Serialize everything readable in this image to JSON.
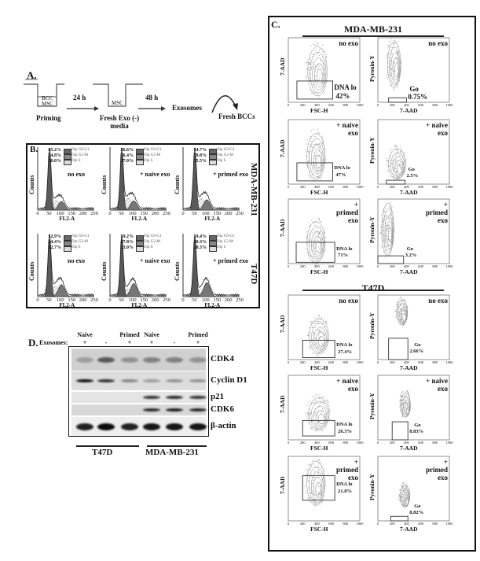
{
  "panel_a": {
    "label": "A.",
    "well1_top": "BCC",
    "well1_bottom": "MSC",
    "step1": "Priming",
    "arrow1": "24 h",
    "well2": "MSC",
    "step2": "Fresh Exo (-) media",
    "arrow2": "48 h",
    "step3": "Exosomes",
    "step4": "Fresh BCCs"
  },
  "panel_b": {
    "label": "B.",
    "xlabel": "FL2-A",
    "ylabel": "Counts",
    "xticks": [
      "0",
      "50",
      "100",
      "150",
      "200",
      "250"
    ],
    "legend": [
      "Dip G0-G1",
      "Dip G2-M",
      "Dip S"
    ],
    "rows": [
      {
        "cell_line": "MDA-MB-231",
        "plots": [
          {
            "condition": "no exo",
            "pct": [
              "65.2%",
              "4.8%",
              "30.0%"
            ]
          },
          {
            "condition": "+ naive exo",
            "pct": [
              "56.6%",
              "6.4%",
              "37.0%"
            ]
          },
          {
            "condition": "+ primed exo",
            "pct": [
              "54.7%",
              "9.8%",
              "35.5%"
            ]
          }
        ]
      },
      {
        "cell_line": "T47D",
        "plots": [
          {
            "condition": "no exo",
            "pct": [
              "52.9%",
              "14.4%",
              "32.7%"
            ]
          },
          {
            "condition": "+ naive exo",
            "pct": [
              "59.2%",
              "17.8%",
              "23.0%"
            ]
          },
          {
            "condition": "+ primed exo",
            "pct": [
              "59.4%",
              "20.3%",
              "20.3%"
            ]
          }
        ]
      }
    ]
  },
  "panel_c": {
    "label": "C.",
    "ticks": [
      "0",
      "200",
      "400",
      "600",
      "800",
      "1000"
    ],
    "left_xlabel": "FSC-H",
    "left_ylabel": "7-AAD",
    "right_xlabel": "7-AAD",
    "right_ylabel": "Pyronin-Y",
    "gate_left": "DNA lo",
    "gate_right": "Go",
    "groups": [
      {
        "cell_line": "MDA-MB-231",
        "rows": [
          {
            "condition": "no exo",
            "dna_lo": "42%",
            "go": "0.75%"
          },
          {
            "condition": "+ naive exo",
            "dna_lo": "47%",
            "go": "2.5%"
          },
          {
            "condition": "+ primed exo",
            "dna_lo": "71%",
            "go": "3.2%"
          }
        ]
      },
      {
        "cell_line": "T47D",
        "rows": [
          {
            "condition": "no exo",
            "dna_lo": "27.4%",
            "go": "2.66%"
          },
          {
            "condition": "+ naive exo",
            "dna_lo": "26.3%",
            "go": "8.83%"
          },
          {
            "condition": "+ primed exo",
            "dna_lo": "21.8%",
            "go": "8.82%"
          }
        ]
      }
    ]
  },
  "panel_d": {
    "label": "D.",
    "exosomes_label": "Exosomes:",
    "lanes": [
      {
        "top": "Naive",
        "sign": "+"
      },
      {
        "top": "",
        "sign": "-"
      },
      {
        "top": "Primed",
        "sign": "+"
      },
      {
        "top": "Naive",
        "sign": "+"
      },
      {
        "top": "",
        "sign": "-"
      },
      {
        "top": "Primed",
        "sign": "+"
      }
    ],
    "proteins": [
      "CDK4",
      "Cyclin D1",
      "p21",
      "CDK6",
      "β-actin"
    ],
    "groups": [
      "T47D",
      "MDA-MB-231"
    ]
  }
}
